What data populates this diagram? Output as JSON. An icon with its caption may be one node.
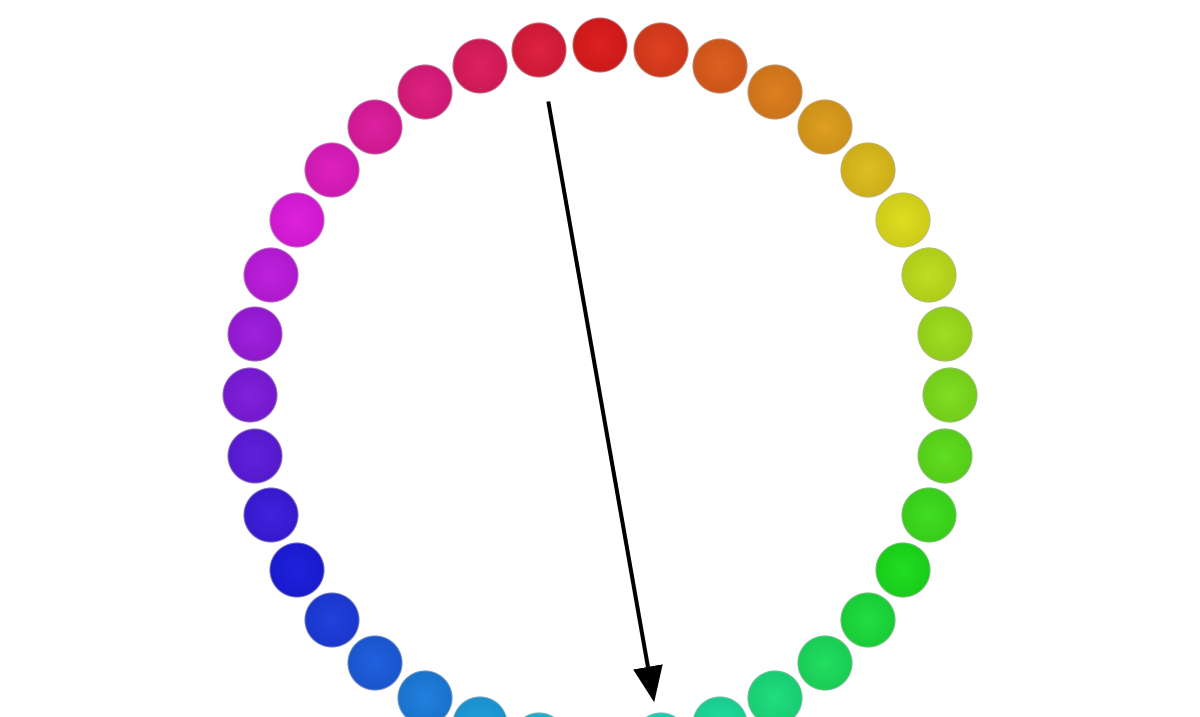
{
  "diagram": {
    "nodes": [
      {
        "text": [],
        "shape": "circle"
      },
      {
        "text": [],
        "shape": "circle"
      },
      {
        "text": [],
        "shape": "circle"
      },
      {
        "text": [],
        "shape": "circle"
      },
      {
        "text": [],
        "shape": "circle"
      },
      {
        "text": [],
        "shape": "circle"
      },
      {
        "text": [],
        "shape": "circle"
      },
      {
        "text": [],
        "shape": "circle"
      },
      {
        "text": [],
        "shape": "circle"
      },
      {
        "text": [],
        "shape": "circle"
      },
      {
        "text": [],
        "shape": "circle"
      },
      {
        "text": [],
        "shape": "circle"
      },
      {
        "text": [],
        "shape": "circle"
      },
      {
        "text": [],
        "shape": "circle"
      },
      {
        "text": [],
        "shape": "circle"
      },
      {
        "text": [],
        "shape": "circle"
      },
      {
        "text": [],
        "shape": "circle"
      },
      {
        "text": [],
        "shape": "circle"
      },
      {
        "text": [],
        "shape": "circle"
      },
      {
        "text": [],
        "shape": "circle"
      },
      {
        "text": [],
        "shape": "circle"
      },
      {
        "text": [],
        "shape": "circle"
      },
      {
        "text": [],
        "shape": "circle"
      },
      {
        "text": [],
        "shape": "circle"
      },
      {
        "text": [],
        "shape": "circle"
      },
      {
        "text": [],
        "shape": "circle"
      },
      {
        "text": [],
        "shape": "circle"
      },
      {
        "text": [],
        "shape": "circle"
      },
      {
        "text": [],
        "shape": "circle"
      },
      {
        "text": [],
        "shape": "circle"
      },
      {
        "text": [],
        "shape": "circle"
      },
      {
        "text": [],
        "shape": "circle"
      },
      {
        "text": [],
        "shape": "circle"
      },
      {
        "text": [],
        "shape": "circle"
      },
      {
        "text": [],
        "shape": "circle"
      }
    ],
    "edges": [
      {
        "from": 34,
        "to": 17,
        "arrow": "to"
      }
    ]
  }
}
